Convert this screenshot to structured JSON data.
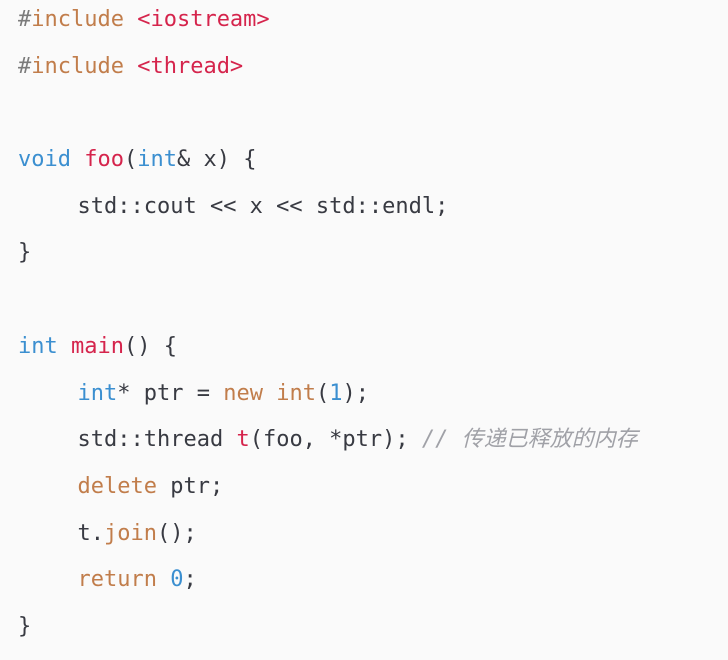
{
  "code": {
    "line1": {
      "hash": "#",
      "directive": "include",
      "sp": " ",
      "header": "<iostream>"
    },
    "line2": {
      "hash": "#",
      "directive": "include",
      "sp": " ",
      "header": "<thread>"
    },
    "line4": {
      "kw": "void",
      "sp1": " ",
      "fn": "foo",
      "open": "(",
      "type": "int",
      "rest": "& x) {"
    },
    "line5": {
      "text": "std::cout << x << std::endl;"
    },
    "line6": {
      "text": "}"
    },
    "line8": {
      "kw": "int",
      "sp1": " ",
      "fn": "main",
      "rest": "() {"
    },
    "line9": {
      "type": "int",
      "mid": "* ptr = ",
      "kw_new": "new",
      "sp": " ",
      "type2": "int",
      "open": "(",
      "num": "1",
      "close": ");"
    },
    "line10": {
      "pre": "std::thread ",
      "fn": "t",
      "args": "(foo, *ptr); ",
      "comment": "// 传递已释放的内存"
    },
    "line11": {
      "kw": "delete",
      "rest": " ptr;"
    },
    "line12": {
      "pre": "t.",
      "fn": "join",
      "rest": "();"
    },
    "line13": {
      "kw": "return",
      "sp": " ",
      "num": "0",
      "rest": ";"
    },
    "line14": {
      "text": "}"
    }
  },
  "colors": {
    "background": "#fafafa",
    "plain": "#383a42",
    "keyword_blue": "#3b8fd0",
    "keyword_orange": "#c17d4b",
    "function_red": "#d5244c",
    "comment_gray": "#a0a1a7"
  }
}
